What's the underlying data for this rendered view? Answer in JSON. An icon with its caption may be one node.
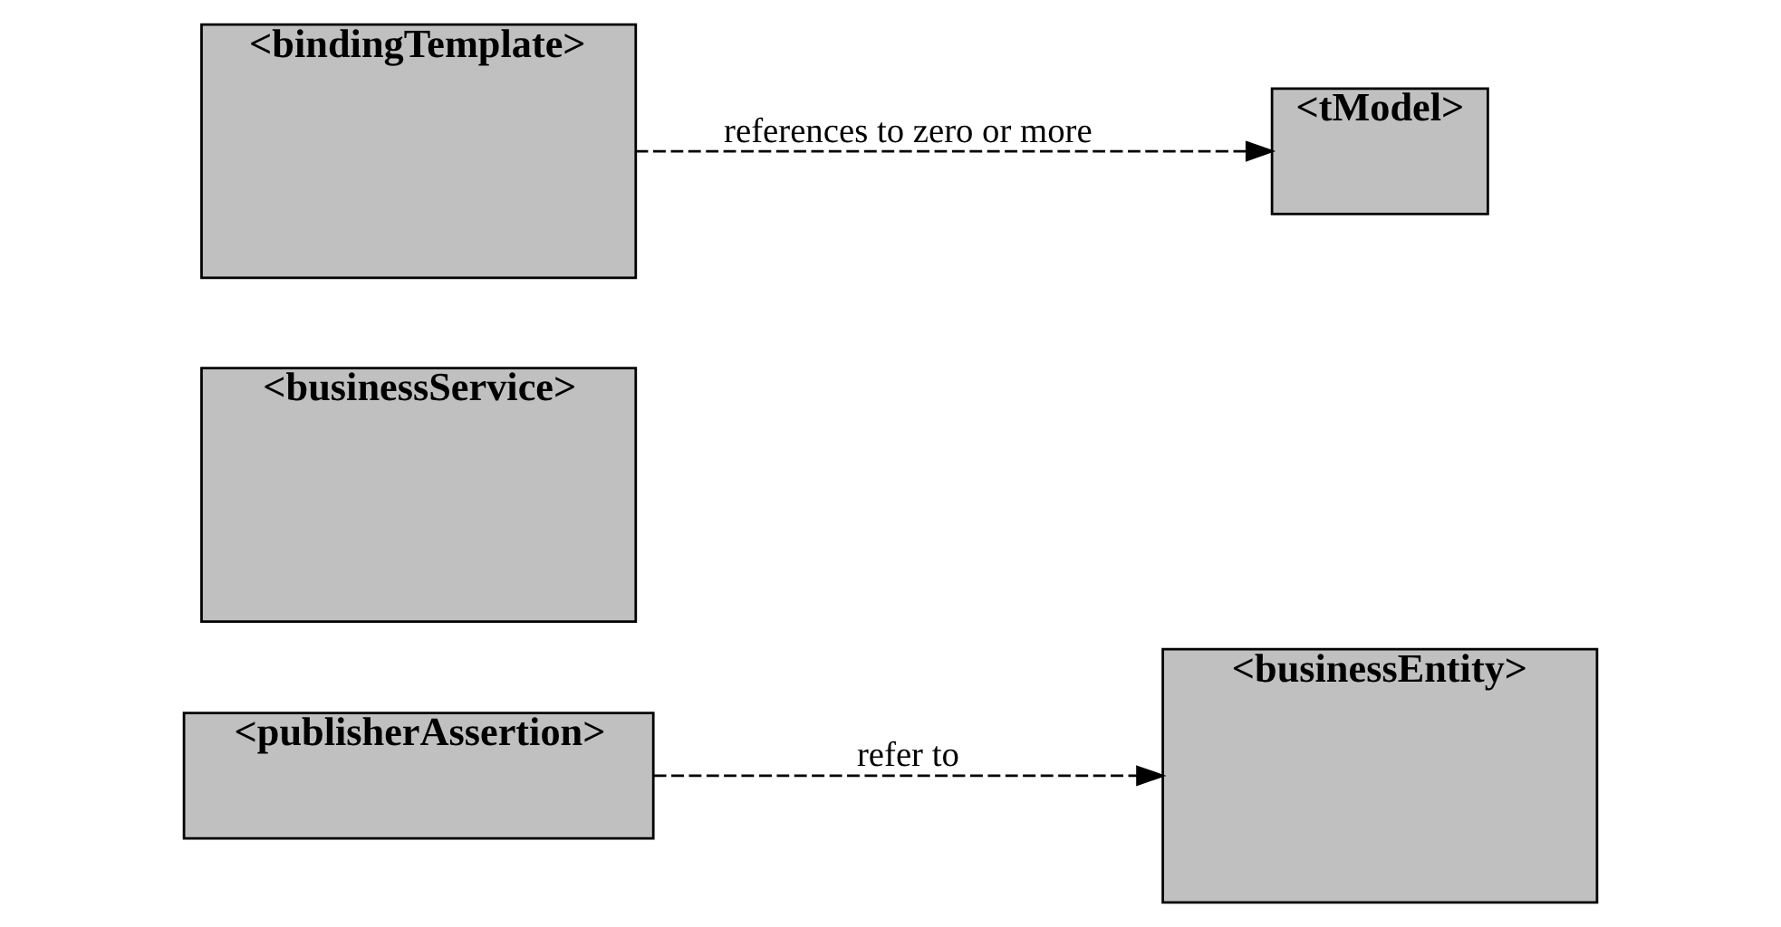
{
  "diagram": {
    "nodes": [
      {
        "text": [
          "<businessEntity>"
        ]
      },
      {
        "text": [
          "<businessService>"
        ]
      },
      {
        "text": [
          "<bindingTemplate>"
        ]
      },
      {
        "text": [
          "<publisherAssertion>"
        ]
      },
      {
        "text": [
          "<tModel>"
        ]
      }
    ],
    "edges": [
      {
        "from": 3,
        "to": 0,
        "arrow": "to",
        "style": "dashed",
        "label": "refer to"
      },
      {
        "from": 2,
        "to": 4,
        "arrow": "to",
        "style": "dashed",
        "label": "references to zero or more"
      }
    ]
  }
}
